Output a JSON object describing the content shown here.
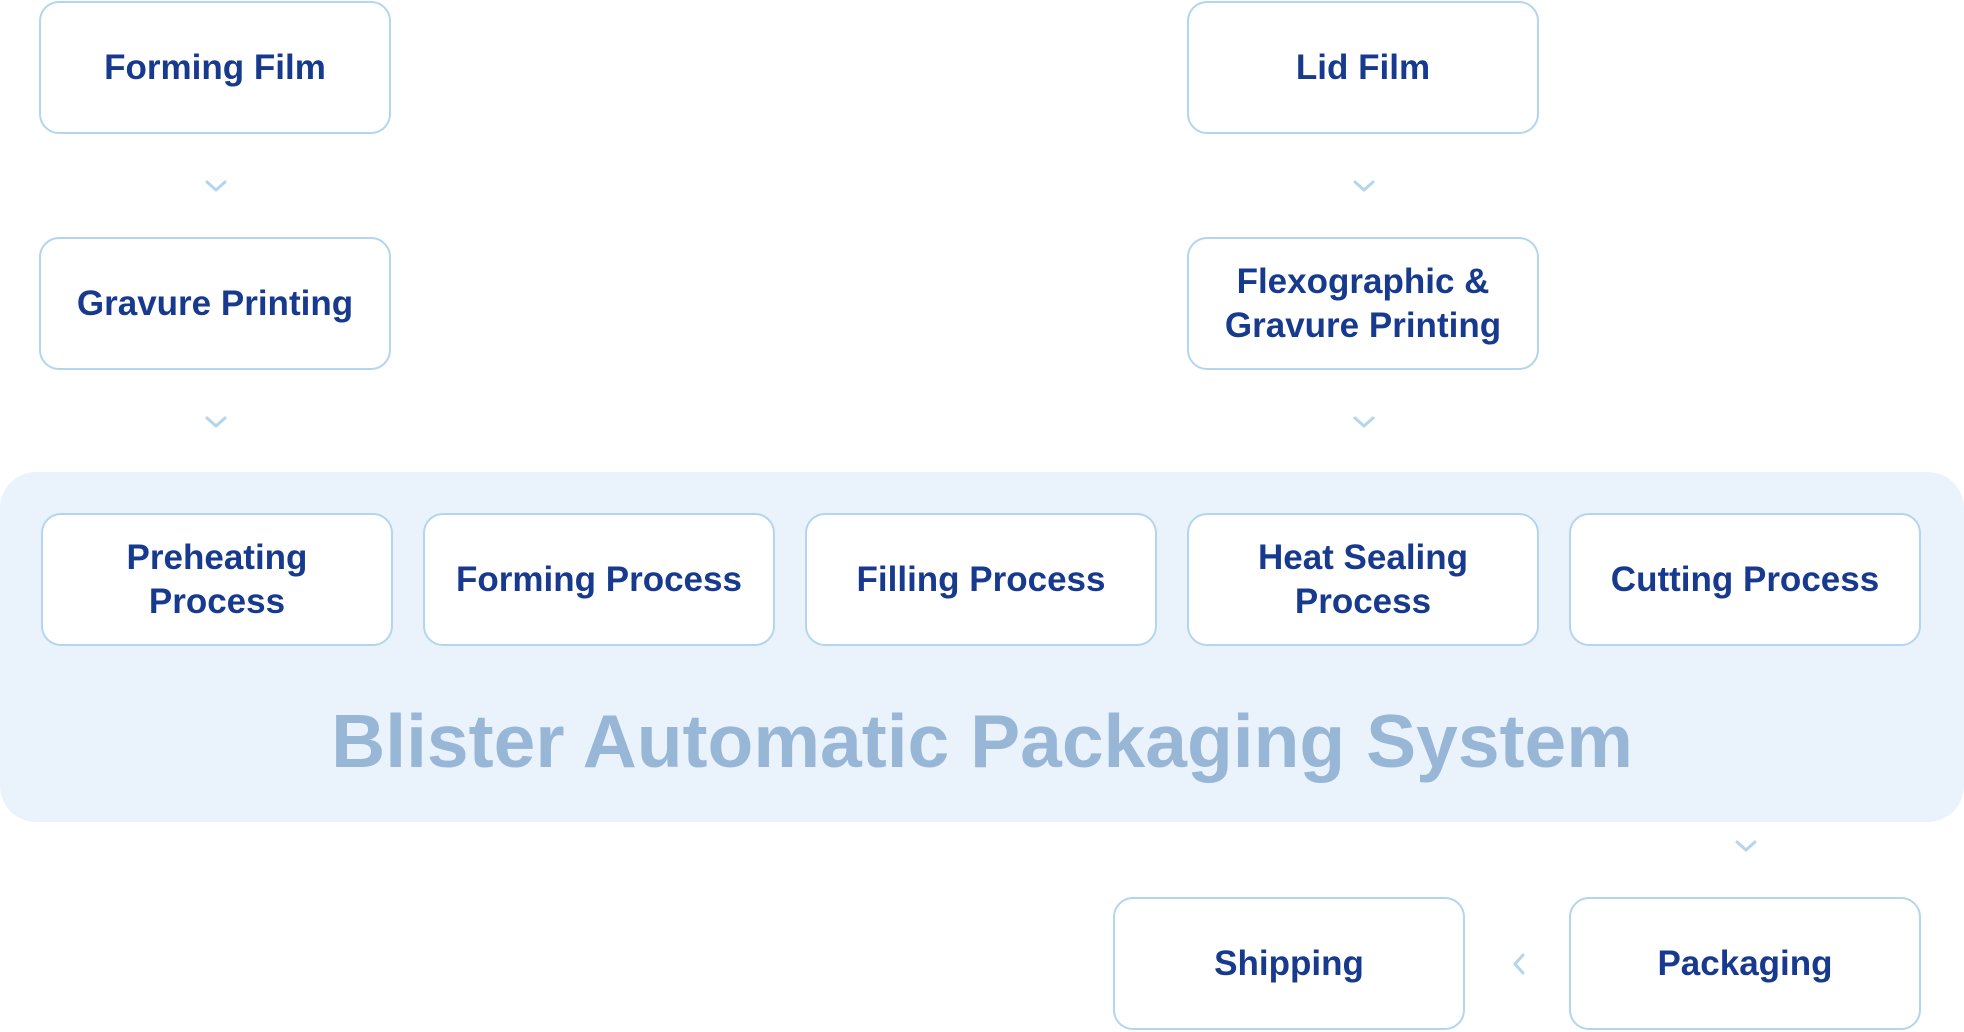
{
  "diagram": {
    "title": "Blister Automatic Packaging System",
    "nodes": {
      "forming_film": "Forming Film",
      "lid_film": "Lid Film",
      "gravure_printing": "Gravure Printing",
      "flexo_gravure_printing": "Flexographic &\nGravure Printing",
      "preheating": "Preheating\nProcess",
      "forming_process": "Forming Process",
      "filling_process": "Filling Process",
      "heat_sealing": "Heat Sealing\nProcess",
      "cutting_process": "Cutting Process",
      "shipping": "Shipping",
      "packaging": "Packaging"
    },
    "edges": [
      {
        "from": "Forming Film",
        "to": "Gravure Printing"
      },
      {
        "from": "Gravure Printing",
        "to": "Preheating Process"
      },
      {
        "from": "Lid Film",
        "to": "Flexographic & Gravure Printing"
      },
      {
        "from": "Flexographic & Gravure Printing",
        "to": "Heat Sealing Process"
      },
      {
        "from": "Cutting Process",
        "to": "Packaging"
      },
      {
        "from": "Packaging",
        "to": "Shipping"
      }
    ],
    "colors": {
      "node_text": "#173a8f",
      "node_border": "#b3d5ee",
      "panel_background": "#eaf3fc",
      "panel_title": "#98b6d6",
      "arrow": "#b3d5ee"
    }
  }
}
